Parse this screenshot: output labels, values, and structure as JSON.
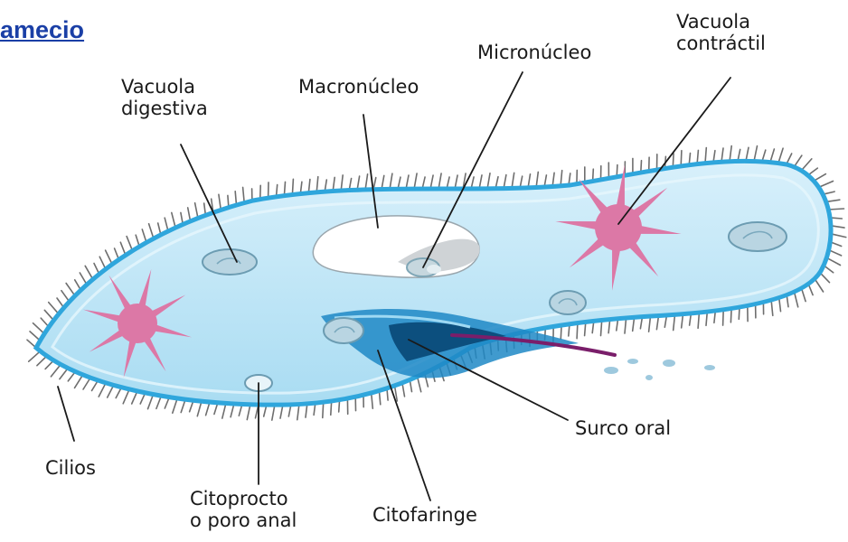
{
  "title": {
    "text": "amecio"
  },
  "labels": {
    "vacuola_digestiva": [
      "Vacuola",
      "digestiva"
    ],
    "macronucleo": "Macronúcleo",
    "micronucleo": "Micronúcleo",
    "vacuola_contractil": [
      "Vacuola",
      "contráctil"
    ],
    "surco_oral": "Surco oral",
    "citofaringe": "Citofaringe",
    "citoprocto": [
      "Citoprocto",
      "o poro anal"
    ],
    "cilios": "Cilios"
  },
  "colors": {
    "cell_fill": "#bfe6f6",
    "cell_edge": "#2fa6dc",
    "cilia": "#6e6e6e",
    "vacuole_pink": "#dc78a6",
    "nucleus": "#ffffff",
    "micronucleus": "#d9d9d9",
    "oral_groove": "#1570a8",
    "food_line": "#7a1e6a",
    "leader_line": "#1a1a1a",
    "link": "#1a3fa6"
  }
}
